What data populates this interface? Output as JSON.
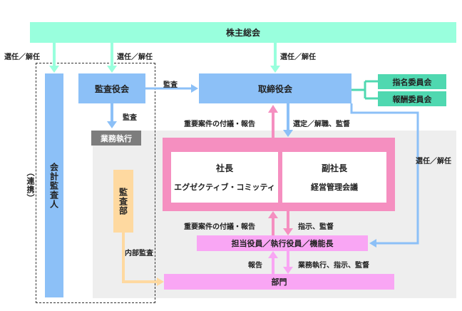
{
  "nodes": {
    "shareholders": "株主総会",
    "auditor": "会計監査人",
    "renkei": "（連携）",
    "audit_board": "監査役会",
    "board": "取締役会",
    "nominating": "指名委員会",
    "compensation": "報酬委員会",
    "business_exec": "業務執行",
    "internal_audit_dept": "監査部",
    "president": "社長",
    "exec_committee": "エグゼクティブ・コミッティ",
    "vice_president": "副社長",
    "mgmt_council": "経営管理会議",
    "officers": "担当役員／執行役員／機能長",
    "departments": "部門"
  },
  "edges": {
    "elect_auditor": "選任／解任",
    "elect_audit_board": "選任／解任",
    "elect_board": "選任／解任",
    "audit": "監査",
    "audit_exec": "監査",
    "report_board": "重要案件の付議・報告",
    "select_dismiss_supervise": "選定／解職、監督",
    "elect_officers": "選任／解任",
    "report_president": "重要案件の付議・報告",
    "instruct_supervise": "指示、監督",
    "internal_audit": "内部監査",
    "report": "報告",
    "exec_instruct_supervise": "業務執行、指示、監督"
  },
  "colors": {
    "mint": "#99ffdd",
    "blue": "#8cc0f7",
    "pink": "#f58fc0",
    "magenta_light": "#f9a6f4",
    "gray_area": "#eeeeee",
    "gray_box": "#7d7d7d",
    "orange": "#fed9a0",
    "teal": "#4fd8b0"
  }
}
